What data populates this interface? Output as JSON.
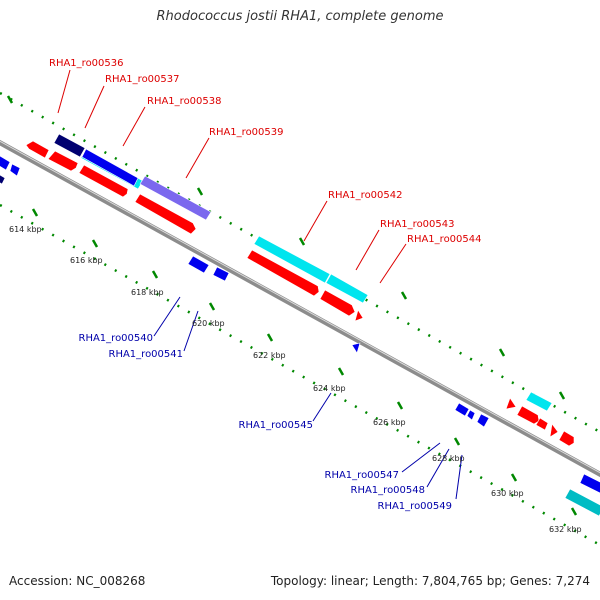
{
  "title": "Rhodococcus jostii RHA1, complete genome",
  "footer": {
    "accession": "Accession: NC_008268",
    "summary": "Topology: linear; Length: 7,804,765 bp; Genes: 7,274"
  },
  "colors": {
    "forward_label": "#dd0000",
    "reverse_label": "#0000aa",
    "cds_forward": "#ff0000",
    "cds_reverse": "#0000ee",
    "gene_cyan": "#00e5ee",
    "gene_navy": "#000070",
    "gene_slate": "#7b68ee",
    "backbone": "#8c8c8c",
    "tick_mark": "#008800"
  },
  "forward_labels": [
    "RHA1_ro00536",
    "RHA1_ro00537",
    "RHA1_ro00538",
    "RHA1_ro00539",
    "RHA1_ro00542",
    "RHA1_ro00543",
    "RHA1_ro00544"
  ],
  "reverse_labels": [
    "RHA1_ro00540",
    "RHA1_ro00541",
    "RHA1_ro00545",
    "RHA1_ro00547",
    "RHA1_ro00548",
    "RHA1_ro00549"
  ],
  "ticks": [
    "614 kbp",
    "616 kbp",
    "618 kbp",
    "620 kbp",
    "622 kbp",
    "624 kbp",
    "626 kbp",
    "628 kbp",
    "630 kbp",
    "632 kbp"
  ]
}
